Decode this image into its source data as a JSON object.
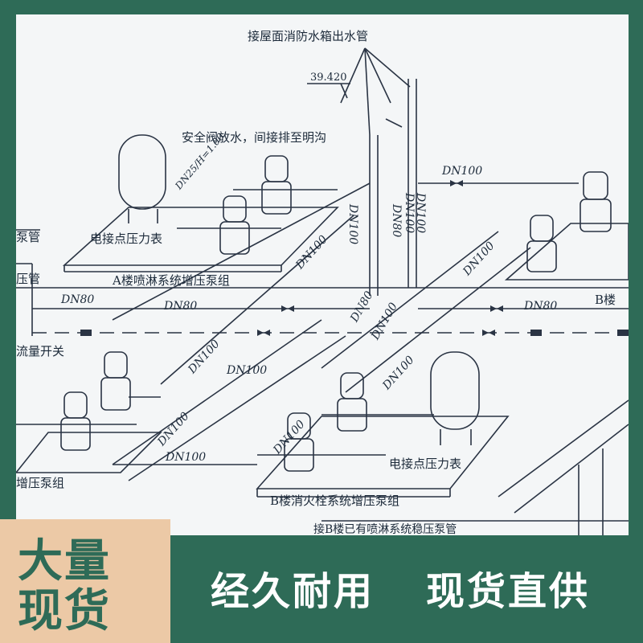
{
  "diagram": {
    "labels": {
      "roof_tank_outlet": "接屋面消防水箱出水管",
      "elevation": "39.420",
      "safety_valve": "安全阀放水，间接排至明沟",
      "pressure_gauge_a": "电接点压力表",
      "pump_group_a": "A楼喷淋系统增压泵组",
      "pump_pipe_1": "泵管",
      "pump_pipe_2": "压管",
      "flow_switch": "流量开关",
      "pump_group_b_left": "增压泵组",
      "pressure_gauge_b": "电接点压力表",
      "pump_group_b_hydrant": "B楼消火栓系统增压泵组",
      "b_existing_sprinkler": "接B楼已有喷淋系统稳压泵管",
      "b_building": "B楼",
      "dn25": "DN25/H=1.00"
    },
    "pipe_sizes": {
      "dn100_top": "DN100",
      "dn100_a": "DN100",
      "dn80_left": "DN80",
      "dn80_mid": "DN80",
      "dn80_right": "DN80",
      "dn100_mid": "DN100",
      "dn100_diag": "DN100",
      "dn100_low": "DN100",
      "dn100_b": "DN100",
      "dn100_right": "DN100",
      "dn100_vert1": "DN100",
      "dn80_vert": "DN80",
      "dn100_vert2": "DN100",
      "dn100_vert3": "DN100",
      "dn100_riser": "DN100",
      "dn80_riser": "DN80",
      "dn100_c": "DN100",
      "dn100_d": "DN100"
    }
  },
  "badge": {
    "text": "大量现货"
  },
  "slogan": {
    "part1": "经久耐用",
    "part2": "现货直供"
  }
}
